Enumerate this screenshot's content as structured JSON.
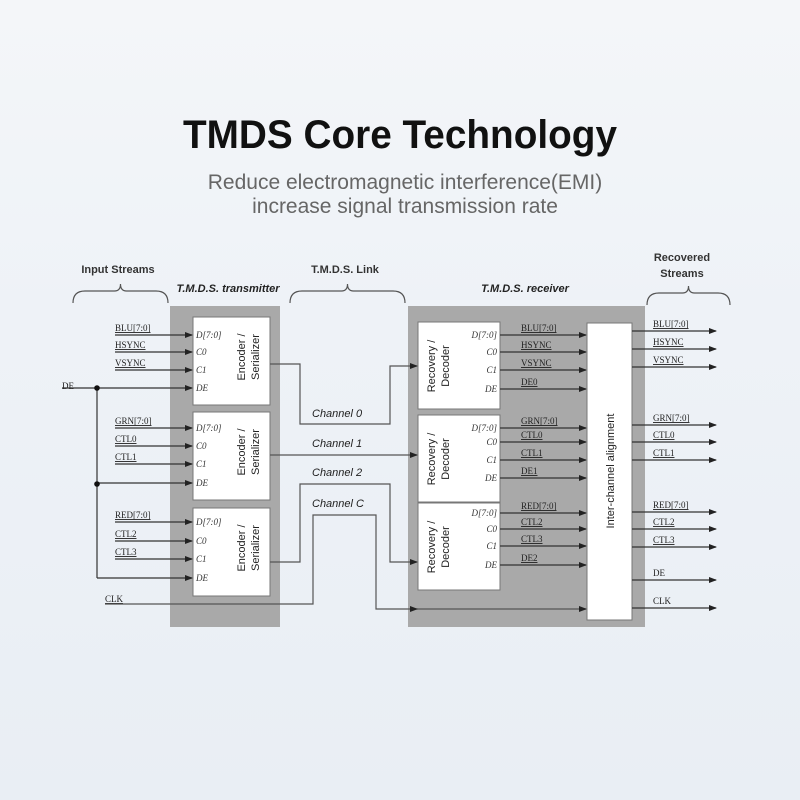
{
  "title": "TMDS Core Technology",
  "subtitle": [
    "Reduce electromagnetic interference(EMI)",
    "increase signal transmission rate"
  ],
  "headers": {
    "input_streams": "Input Streams",
    "transmitter": "T.M.D.S. transmitter",
    "link": "T.M.D.S. Link",
    "receiver": "T.M.D.S. receiver",
    "recovered": [
      "Recovered",
      "Streams"
    ]
  },
  "encoder_label": [
    "Encoder /",
    "Serializer"
  ],
  "decoder_label": [
    "Recovery /",
    "Decoder"
  ],
  "alignment_label": "Inter-channel alignment",
  "pins": [
    "D[7:0]",
    "C0",
    "C1",
    "DE"
  ],
  "inputs": [
    [
      "BLU[7:0]",
      "HSYNC",
      "VSYNC"
    ],
    [
      "GRN[7:0]",
      "CTL0",
      "CTL1"
    ],
    [
      "RED[7:0]",
      "CTL2",
      "CTL3"
    ]
  ],
  "de_input": "DE",
  "clk_input": "CLK",
  "receiver_signals": [
    [
      "BLU[7:0]",
      "HSYNC",
      "VSYNC",
      "DE0"
    ],
    [
      "GRN[7:0]",
      "CTL0",
      "CTL1",
      "DE1"
    ],
    [
      "RED[7:0]",
      "CTL2",
      "CTL3",
      "DE2"
    ]
  ],
  "outputs": [
    [
      "BLU[7:0]",
      "HSYNC",
      "VSYNC"
    ],
    [
      "GRN[7:0]",
      "CTL0",
      "CTL1"
    ],
    [
      "RED[7:0]",
      "CTL2",
      "CTL3"
    ]
  ],
  "output_de": "DE",
  "output_clk": "CLK",
  "channels": [
    "Channel 0",
    "Channel 1",
    "Channel 2",
    "Channel C"
  ],
  "colors": {
    "block_gray": "#a9a9a9",
    "box_white": "#ffffff",
    "line": "#333333"
  }
}
